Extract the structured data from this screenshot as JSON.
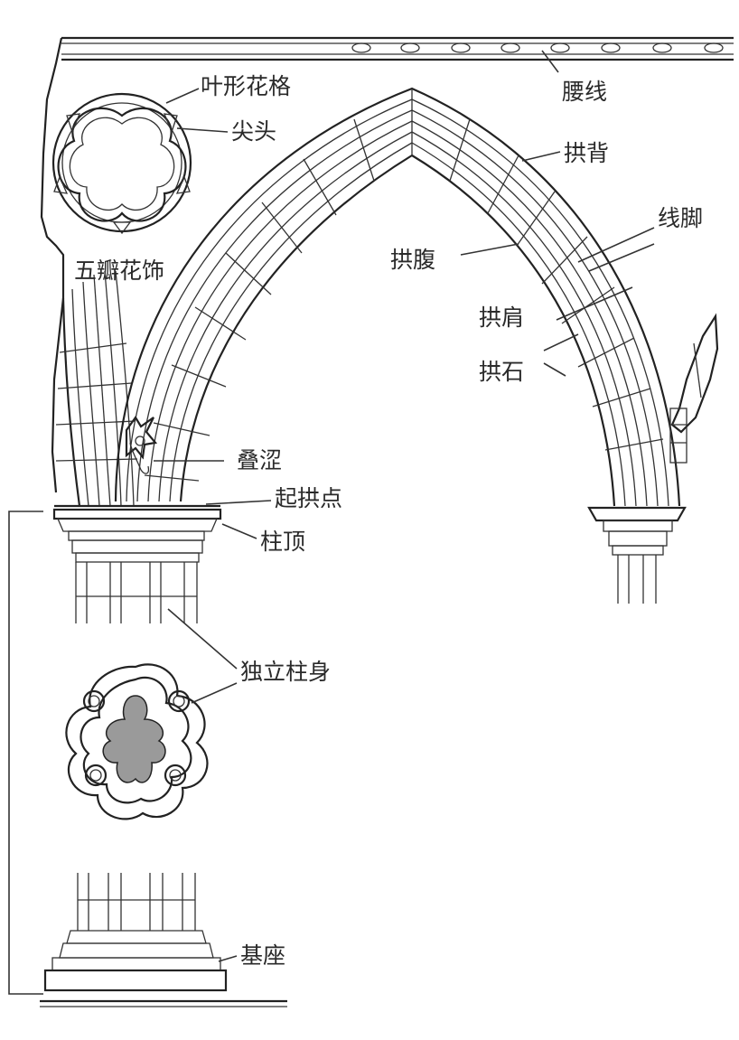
{
  "labels": {
    "waist_line": "腰线",
    "leaf_tracery": "叶形花格",
    "cusp": "尖头",
    "cinquefoil": "五瓣花饰",
    "extrados": "拱背",
    "intrados": "拱腹",
    "arch_molding": "线脚",
    "haunch": "拱肩",
    "voussoir": "拱石",
    "corbel": "叠涩",
    "springing_point": "起拱点",
    "capital": "柱顶",
    "free_standing_shaft": "独立柱身",
    "base": "基座"
  },
  "colors": {
    "ink": "#2a2a2a",
    "paper": "#ffffff"
  }
}
